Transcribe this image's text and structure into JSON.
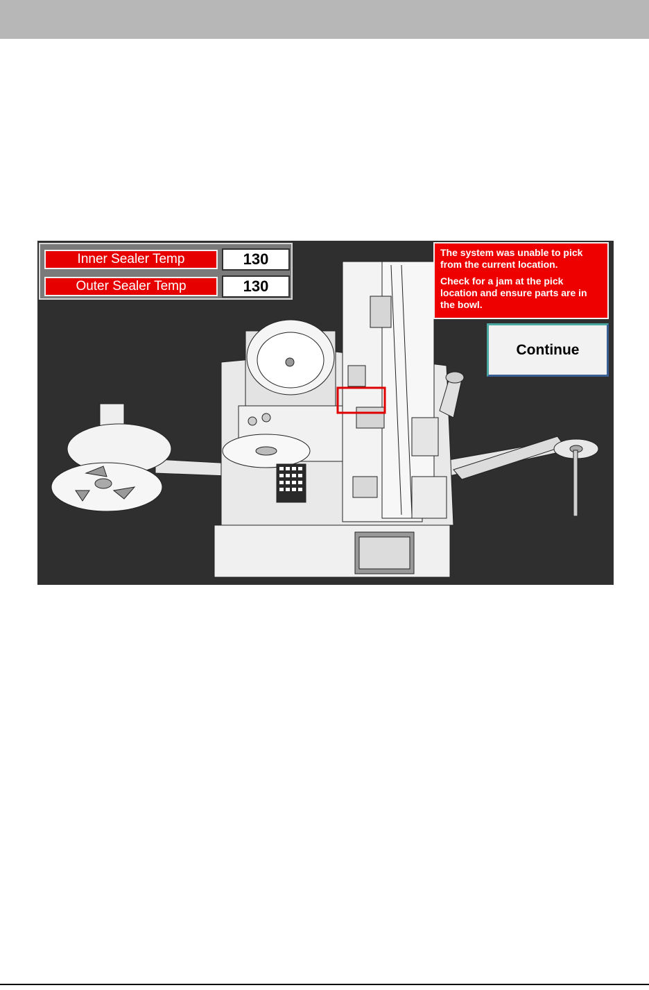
{
  "temps": [
    {
      "label": "Inner Sealer Temp",
      "value": "130"
    },
    {
      "label": "Outer Sealer Temp",
      "value": "130"
    }
  ],
  "alert": {
    "line1": "The system was unable to pick from the current location.",
    "line2": "Check for a jam at the pick location and ensure parts are in the bowl."
  },
  "continue_label": "Continue",
  "colors": {
    "alarm": "#e60000",
    "panel_bg": "#2f2f2f",
    "highlight": "#e00000"
  }
}
